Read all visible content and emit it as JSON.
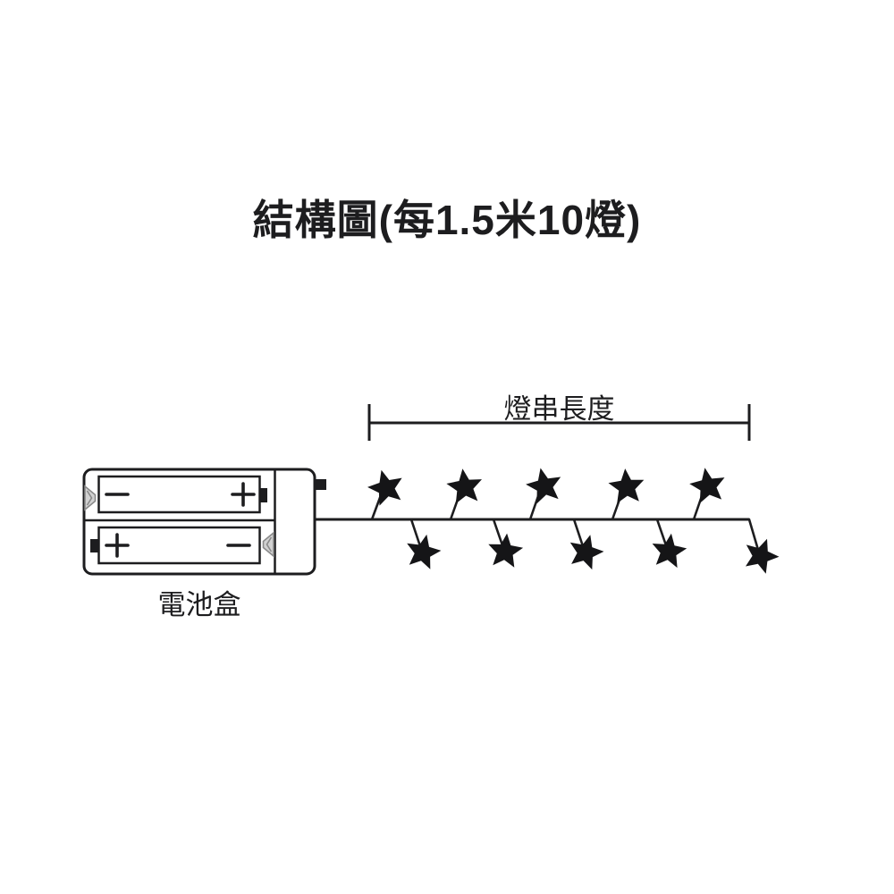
{
  "title": "結構圖(每1.5米10燈)",
  "diagram": {
    "dimension_label": "燈串長度",
    "battery_box_label": "電池盒",
    "batteries": [
      {
        "position": "top",
        "left_terminal": "−",
        "right_terminal": "+"
      },
      {
        "position": "bottom",
        "left_terminal": "+",
        "right_terminal": "−"
      }
    ],
    "lights": {
      "count": 10,
      "shape": "star"
    },
    "colors": {
      "line": "#1d1d1f",
      "star_fill": "#151517",
      "spring_fill": "#d2d2d2",
      "spring_stroke": "#8a8a8a",
      "background": "#ffffff"
    }
  }
}
